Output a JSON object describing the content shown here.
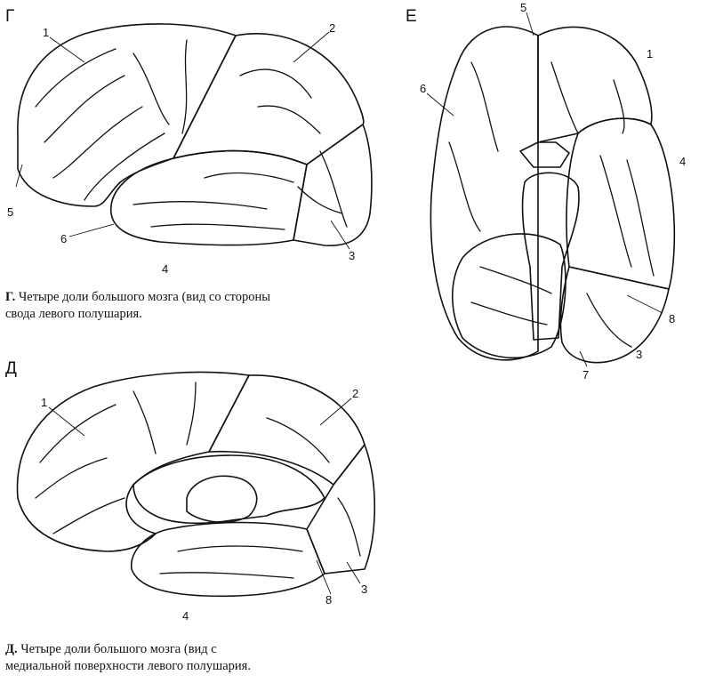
{
  "colors": {
    "frontal": "#8fd3e2",
    "parietal": "#ffffff",
    "temporal": "#4c6fb0",
    "occipital": "#2e4a86",
    "outline": "#111111"
  },
  "panels": {
    "g": {
      "letter": "Г",
      "labels": [
        "1",
        "2",
        "3",
        "4",
        "5",
        "6"
      ],
      "caption_bold": "Г.",
      "caption_line1": "Четыре доли большого мозга (вид со стороны",
      "caption_line2": "свода левого полушария."
    },
    "d": {
      "letter": "Д",
      "labels": [
        "1",
        "2",
        "3",
        "4",
        "8"
      ],
      "caption_bold": "Д.",
      "caption_line1": "Четыре доли большого мозга (вид с",
      "caption_line2": "медиальной поверхности левого полушария."
    },
    "e": {
      "letter": "Е",
      "labels": [
        "5",
        "1",
        "6",
        "4",
        "8",
        "3",
        "7"
      ]
    }
  }
}
